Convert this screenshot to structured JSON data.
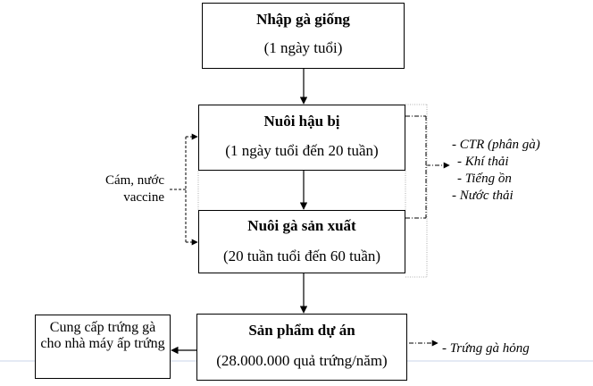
{
  "steps": {
    "step1": {
      "title": "Nhập gà giống",
      "detail": "(1 ngày tuổi)"
    },
    "step2": {
      "title": "Nuôi hậu bị",
      "detail": "(1 ngày tuổi đến 20 tuần)"
    },
    "step3": {
      "title": "Nuôi gà sản xuất",
      "detail": "(20 tuần tuổi đến 60 tuần)"
    },
    "step4": {
      "title": "Sản phẩm dự án",
      "detail": "(28.000.000 quả trứng/năm)"
    }
  },
  "output_box": {
    "text": "Cung cấp trứng gà cho nhà máy ấp trứng"
  },
  "inputs": {
    "line1": "Cám, nước",
    "line2": "vaccine"
  },
  "waste": {
    "items": [
      "-  CTR (phân gà)",
      "-  Khí thải",
      "-  Tiếng ồn",
      "- Nước thải"
    ]
  },
  "egg_waste": "- Trứng gà hỏng"
}
